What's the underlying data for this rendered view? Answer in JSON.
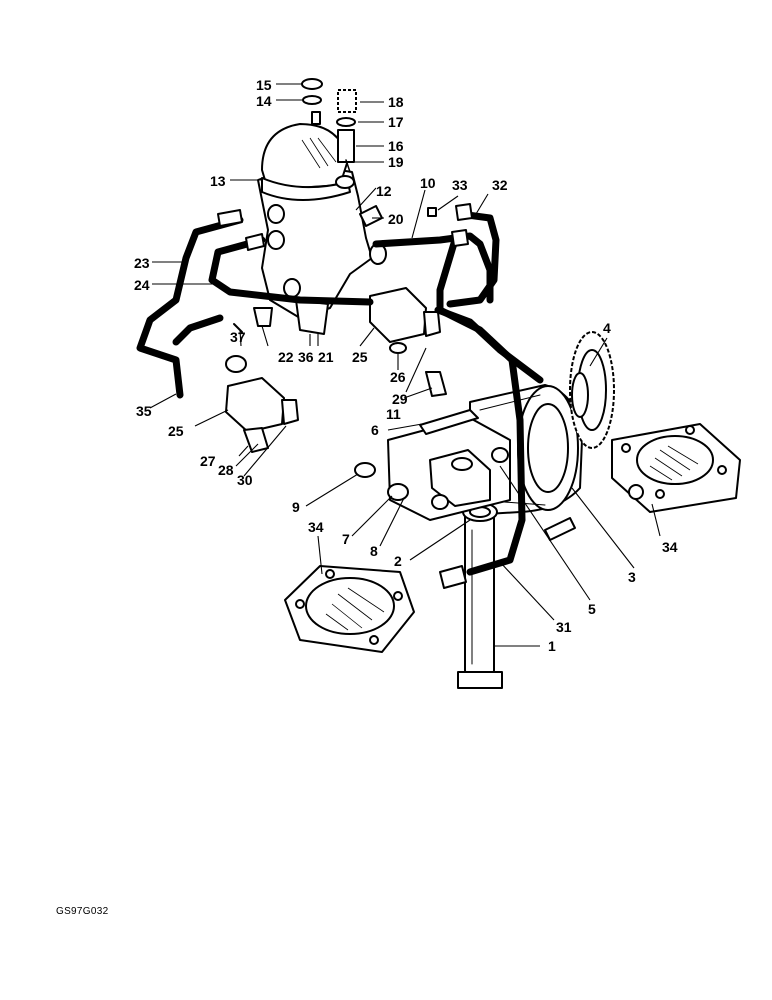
{
  "figure_code": "GS97G032",
  "callouts": {
    "c1": "1",
    "c2": "2",
    "c3": "3",
    "c4": "4",
    "c5": "5",
    "c6": "6",
    "c7": "7",
    "c8": "8",
    "c9": "9",
    "c10": "10",
    "c11": "11",
    "c12": "12",
    "c13": "13",
    "c14": "14",
    "c15": "15",
    "c16": "16",
    "c17": "17",
    "c18": "18",
    "c19": "19",
    "c20": "20",
    "c21": "21",
    "c22": "22",
    "c23": "23",
    "c24": "24",
    "c25a": "25",
    "c25b": "25",
    "c26": "26",
    "c27": "27",
    "c28": "28",
    "c29": "29",
    "c30": "30",
    "c31": "31",
    "c32": "32",
    "c33": "33",
    "c34a": "34",
    "c34b": "34",
    "c35": "35",
    "c36": "36",
    "c37": "37"
  }
}
